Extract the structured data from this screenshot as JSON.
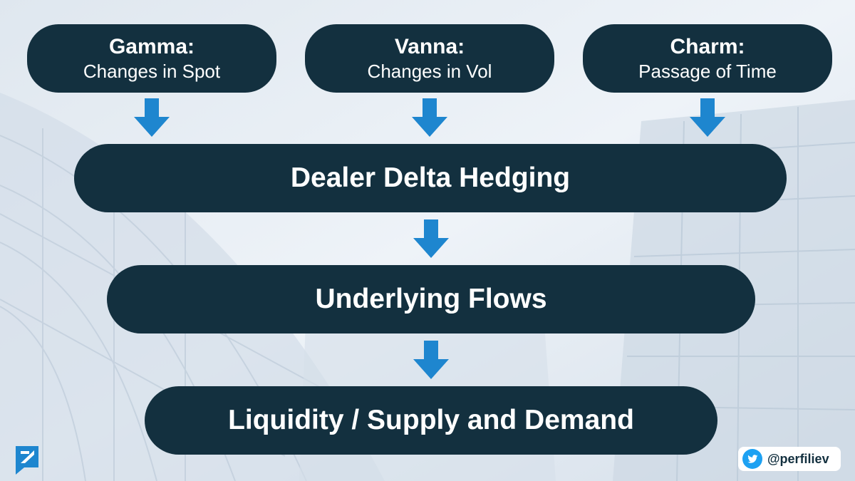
{
  "sources": [
    {
      "title": "Gamma:",
      "subtitle": "Changes in Spot"
    },
    {
      "title": "Vanna:",
      "subtitle": "Changes in Vol"
    },
    {
      "title": "Charm:",
      "subtitle": "Passage of Time"
    }
  ],
  "stages": [
    "Dealer Delta Hedging",
    "Underlying Flows",
    "Liquidity / Supply and Demand"
  ],
  "footer": {
    "handle": "@perfiliev"
  },
  "icons": {
    "arrow": "arrow-down-icon",
    "logo": "brand-logo-icon",
    "social": "twitter-bird-icon"
  },
  "colors": {
    "pill": "#13303f",
    "arrow": "#1e86cf",
    "background": "#e6edf4",
    "text": "#ffffff",
    "twitter": "#1da1f2"
  }
}
